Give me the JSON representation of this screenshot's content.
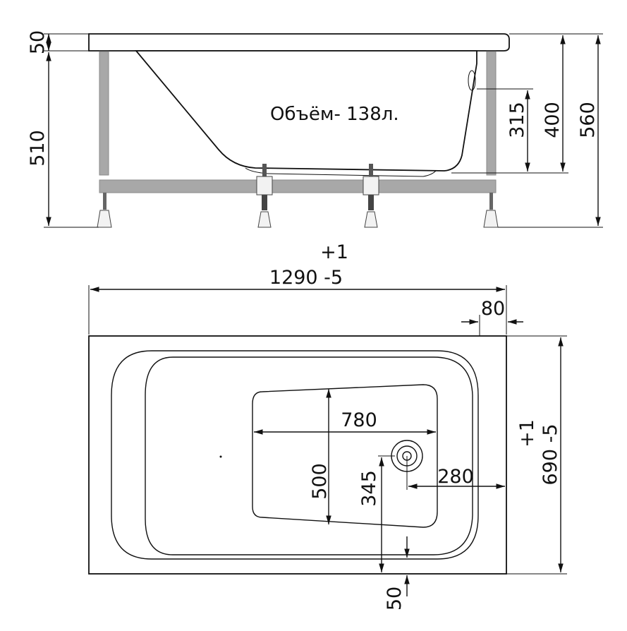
{
  "side_view": {
    "volume_label": "Объём- 138л.",
    "dim_rim": "50",
    "dim_frame_height": "510",
    "dim_overflow": "315",
    "dim_depth": "400",
    "dim_total_height": "560"
  },
  "top_view": {
    "length_tolerance_plus": "+1",
    "length_label": "1290 -5",
    "rim_offset": "80",
    "width_tolerance_plus": "+1",
    "width_label": "690 -5",
    "bottom_length": "780",
    "bottom_width": "500",
    "drain_from_edge": "280",
    "drain_from_side": "345",
    "bottom_margin": "50"
  },
  "colors": {
    "line": "#111111",
    "frame": "#a8a8a8"
  }
}
